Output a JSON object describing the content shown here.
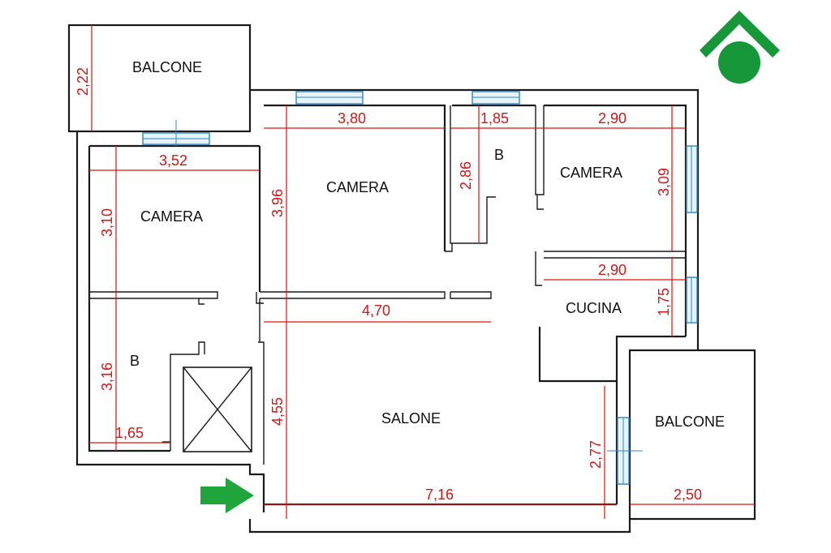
{
  "rooms": {
    "balcone_top": "BALCONE",
    "camera_left": "CAMERA",
    "camera_mid": "CAMERA",
    "bagno_mid": "B",
    "camera_right": "CAMERA",
    "cucina": "CUCINA",
    "bagno_left": "B",
    "salone": "SALONE",
    "balcone_right": "BALCONE"
  },
  "dimensions": {
    "balcone_top_depth": "2,22",
    "camera_left_width": "3,52",
    "camera_left_depth": "3,10",
    "camera_mid_width": "3,80",
    "camera_mid_depth": "3,96",
    "bagno_mid_width": "1,85",
    "bagno_mid_depth": "2,86",
    "camera_right_width": "2,90",
    "camera_right_depth": "3,09",
    "cucina_width": "2,90",
    "cucina_depth": "1,75",
    "corridor_width": "4,70",
    "bagno_left_depth": "3,16",
    "bagno_left_width": "1,65",
    "salone_depth": "4,55",
    "salone_width": "7,16",
    "salone_side": "2,77",
    "balcone_right_width": "2,50"
  },
  "colors": {
    "walls": "#1a1a1a",
    "dimension_lines": "#e01010",
    "windows": "#2b86c5",
    "logo_green": "#16973a",
    "entry_arrow": "#1fa53b"
  },
  "icons": {
    "logo": "house-roof-circle-logo",
    "entrance": "right-arrow-icon"
  }
}
